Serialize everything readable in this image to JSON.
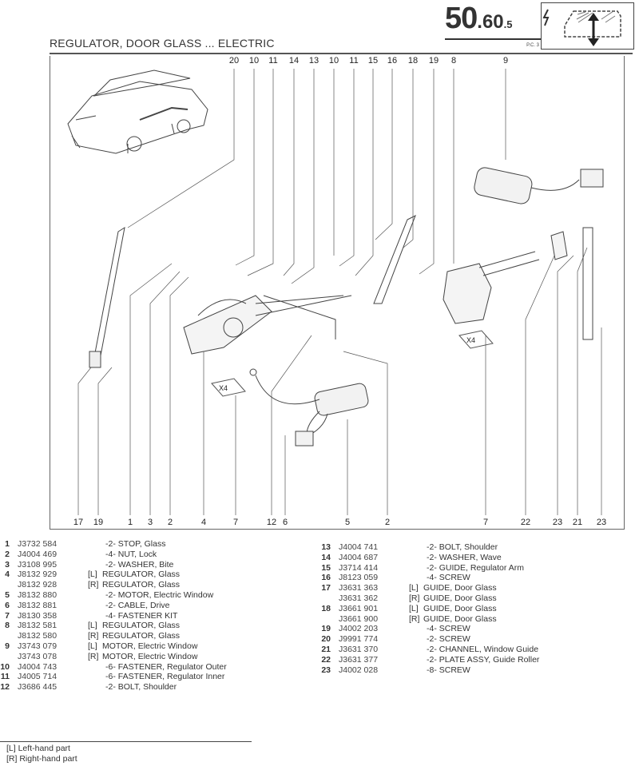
{
  "header": {
    "section_major": "50",
    "section_minor": ".60",
    "section_sub": ".5",
    "page_ref": "P.C. 3",
    "title": "REGULATOR, DOOR GLASS ... ELECTRIC",
    "icon": "electric-window-icon"
  },
  "diagram": {
    "top_callouts": [
      "20",
      "10",
      "11",
      "14",
      "13",
      "10",
      "11",
      "15",
      "16",
      "18",
      "19",
      "8",
      "9"
    ],
    "bottom_callouts": [
      "17",
      "19",
      "1",
      "3",
      "2",
      "4",
      "7",
      "12",
      "6",
      "5",
      "2",
      "7",
      "22",
      "23",
      "21",
      "23"
    ],
    "x4_labels": [
      "X4",
      "X4"
    ]
  },
  "parts_left": [
    {
      "ref": "1",
      "part": "J3732 584",
      "side": "",
      "desc": "-2- STOP, Glass"
    },
    {
      "ref": "2",
      "part": "J4004 469",
      "side": "",
      "desc": "-4- NUT, Lock"
    },
    {
      "ref": "3",
      "part": "J3108 995",
      "side": "",
      "desc": "-2- WASHER, Bite"
    },
    {
      "ref": "4",
      "part": "J8132 929",
      "side": "[L]",
      "desc": "REGULATOR, Glass"
    },
    {
      "ref": "",
      "part": "J8132 928",
      "side": "[R]",
      "desc": "REGULATOR, Glass"
    },
    {
      "ref": "5",
      "part": "J8132 880",
      "side": "",
      "desc": "-2- MOTOR, Electric Window"
    },
    {
      "ref": "6",
      "part": "J8132 881",
      "side": "",
      "desc": "-2- CABLE, Drive"
    },
    {
      "ref": "7",
      "part": "J8130 358",
      "side": "",
      "desc": "-4- FASTENER KIT"
    },
    {
      "ref": "8",
      "part": "J8132 581",
      "side": "[L]",
      "desc": "REGULATOR, Glass"
    },
    {
      "ref": "",
      "part": "J8132 580",
      "side": "[R]",
      "desc": "REGULATOR, Glass"
    },
    {
      "ref": "9",
      "part": "J3743 079",
      "side": "[L]",
      "desc": "MOTOR, Electric Window"
    },
    {
      "ref": "",
      "part": "J3743 078",
      "side": "[R]",
      "desc": "MOTOR, Electric Window"
    },
    {
      "ref": "10",
      "part": "J4004 743",
      "side": "",
      "desc": "-6- FASTENER, Regulator Outer"
    },
    {
      "ref": "11",
      "part": "J4005 714",
      "side": "",
      "desc": "-6- FASTENER, Regulator Inner"
    },
    {
      "ref": "12",
      "part": "J3686 445",
      "side": "",
      "desc": "-2- BOLT, Shoulder"
    }
  ],
  "parts_right": [
    {
      "ref": "13",
      "part": "J4004 741",
      "side": "",
      "desc": "-2- BOLT, Shoulder"
    },
    {
      "ref": "14",
      "part": "J4004 687",
      "side": "",
      "desc": "-2- WASHER, Wave"
    },
    {
      "ref": "15",
      "part": "J3714 414",
      "side": "",
      "desc": "-2- GUIDE, Regulator Arm"
    },
    {
      "ref": "16",
      "part": "J8123 059",
      "side": "",
      "desc": "-4- SCREW"
    },
    {
      "ref": "17",
      "part": "J3631 363",
      "side": "[L]",
      "desc": "GUIDE, Door Glass"
    },
    {
      "ref": "",
      "part": "J3631 362",
      "side": "[R]",
      "desc": "GUIDE, Door Glass"
    },
    {
      "ref": "18",
      "part": "J3661 901",
      "side": "[L]",
      "desc": "GUIDE, Door Glass"
    },
    {
      "ref": "",
      "part": "J3661 900",
      "side": "[R]",
      "desc": "GUIDE, Door Glass"
    },
    {
      "ref": "19",
      "part": "J4002 203",
      "side": "",
      "desc": "-4- SCREW"
    },
    {
      "ref": "20",
      "part": "J9991 774",
      "side": "",
      "desc": "-2- SCREW"
    },
    {
      "ref": "21",
      "part": "J3631 370",
      "side": "",
      "desc": "-2- CHANNEL, Window Guide"
    },
    {
      "ref": "22",
      "part": "J3631 377",
      "side": "",
      "desc": "-2- PLATE ASSY, Guide Roller"
    },
    {
      "ref": "23",
      "part": "J4002 028",
      "side": "",
      "desc": "-8- SCREW"
    }
  ],
  "legend": [
    "[L] Left-hand part",
    "[R] Right-hand part"
  ]
}
